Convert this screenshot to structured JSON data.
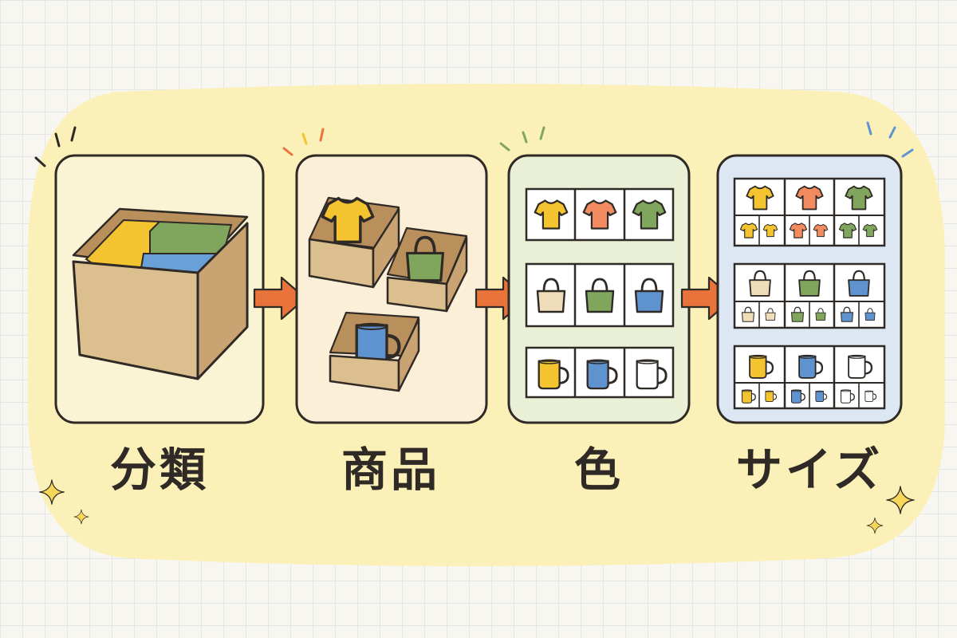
{
  "steps": [
    {
      "label": "分類"
    },
    {
      "label": "商品"
    },
    {
      "label": "色"
    },
    {
      "label": "サイズ"
    }
  ],
  "colors": {
    "ink": "#2f2a26",
    "arrow": "#e8743b",
    "yellow": "#f4c430",
    "orange": "#f28c60",
    "green": "#7fa65c",
    "blue": "#5f93cf",
    "beige": "#efdcb8",
    "white": "#ffffff",
    "cardboard": "#dcbf8e",
    "blob": "#fbf1b8"
  },
  "icons": [
    "tshirt-icon",
    "tote-bag-icon",
    "mug-icon",
    "cardboard-box-icon",
    "arrow-right-icon",
    "sparkle-icon"
  ]
}
